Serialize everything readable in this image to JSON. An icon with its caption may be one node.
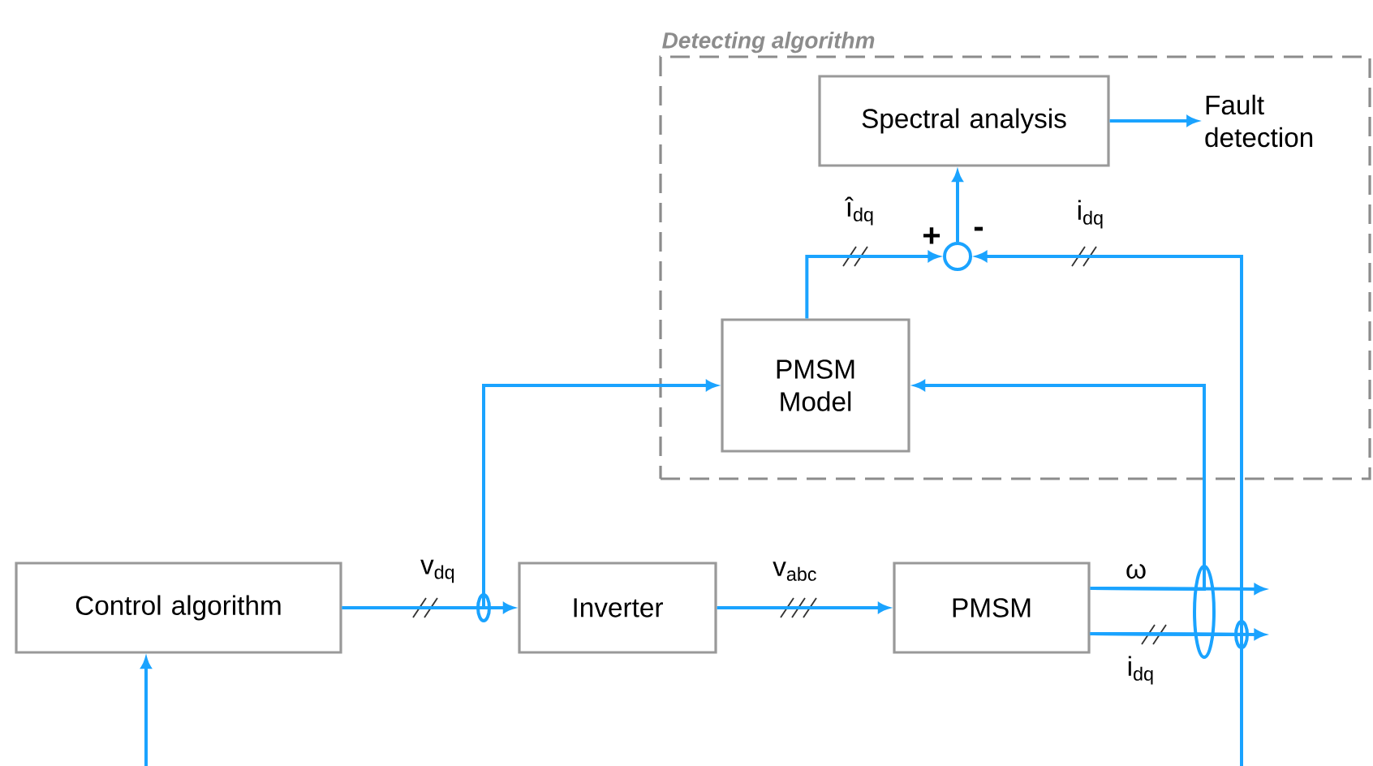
{
  "diagram": {
    "nodes": [
      {
        "text": [
          "Detecting algorithm"
        ]
      },
      {
        "text": [
          "Spectral analysis"
        ],
        "in": 0
      },
      {
        "text": [
          "Fault detection"
        ],
        "in": 0
      },
      {
        "text": [],
        "shape": "circle",
        "in": 0
      },
      {
        "text": [
          "PMSM Model"
        ],
        "in": 0
      },
      {
        "text": [
          "Control algorithm"
        ]
      },
      {
        "text": [
          "Inverter"
        ]
      },
      {
        "text": [
          "PMSM"
        ]
      }
    ],
    "edges": [
      {
        "from": 1,
        "to": 2,
        "arrow": "to"
      },
      {
        "from": 3,
        "to": 1,
        "arrow": "to"
      },
      {
        "from": 4,
        "to": 3,
        "arrow": "to",
        "label": "î$_{dq}$"
      },
      {
        "from": 7,
        "to": 3,
        "arrow": "to",
        "label": "i$_{dq}$"
      },
      {
        "from": 7,
        "to": 4,
        "arrow": "to"
      },
      {
        "from": 7,
        "to": null,
        "arrow": "to",
        "label": "ω"
      },
      {
        "from": 7,
        "to": null,
        "arrow": "to",
        "label": "i$_{dq}$"
      },
      {
        "from": 7,
        "to": null,
        "arrow": "none"
      },
      {
        "from": 5,
        "to": 6,
        "arrow": "to",
        "label": "v$_{dq}$"
      },
      {
        "from": 5,
        "to": 4,
        "arrow": "to"
      },
      {
        "from": 6,
        "to": 7,
        "arrow": "to",
        "label": "v$_{abc}$"
      },
      {
        "from": null,
        "to": 5,
        "arrow": "to"
      }
    ],
    "labels": [
      "+",
      "-"
    ]
  }
}
